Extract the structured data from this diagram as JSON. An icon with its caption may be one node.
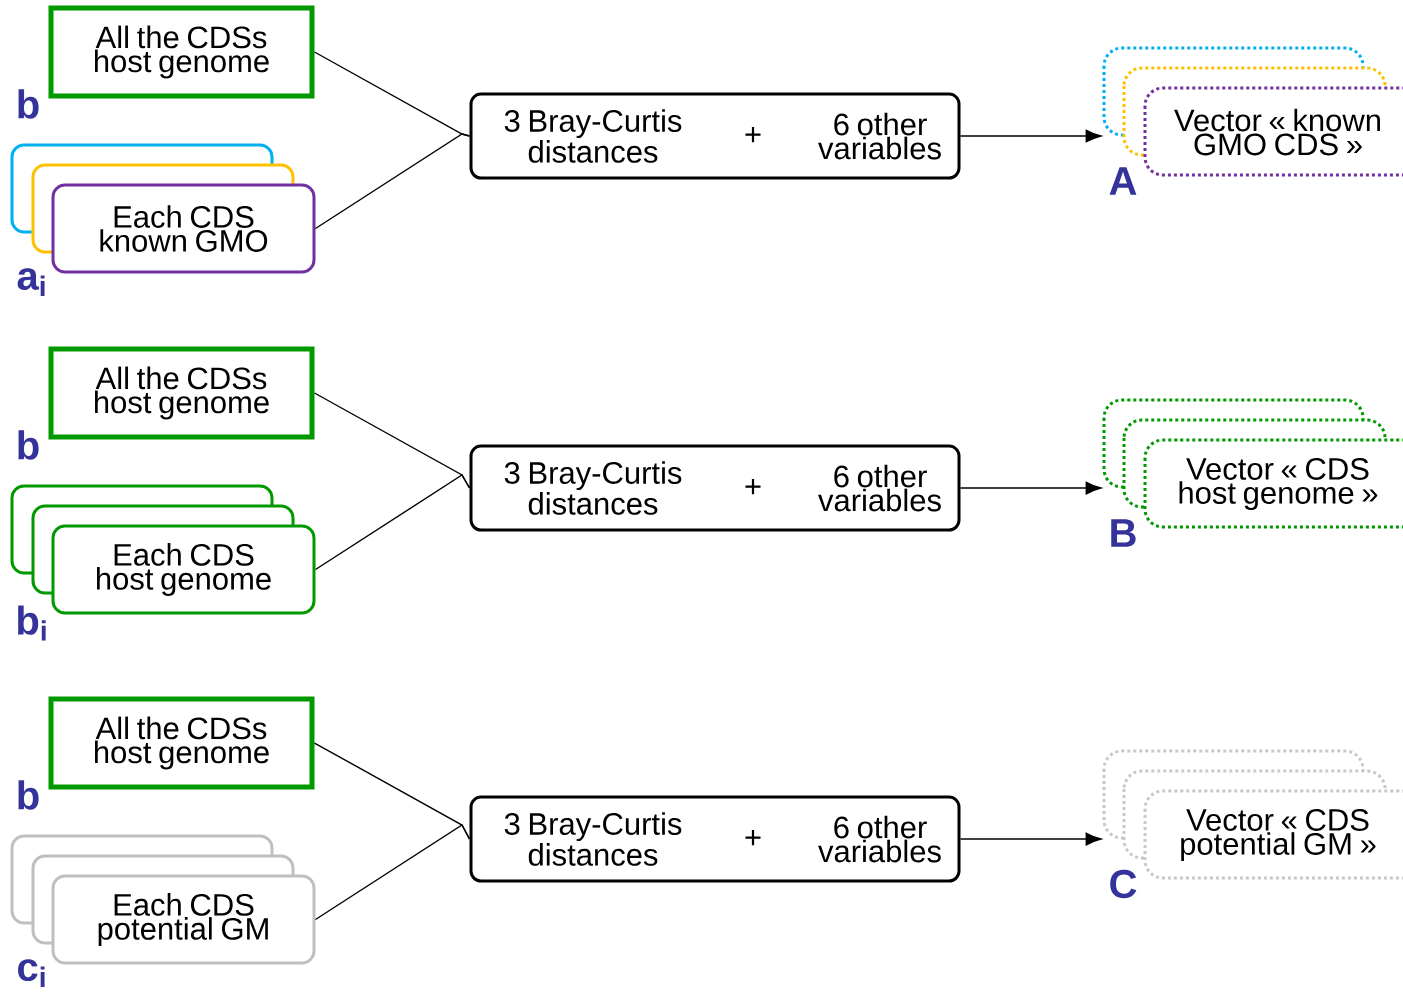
{
  "diagram": {
    "nodes": [
      {
        "text": [
          "All the CDSs host genome"
        ],
        "beside": [
          "b"
        ]
      },
      {
        "text": [
          "Each CDS known GMO"
        ],
        "beside": [
          "a$_{i}$"
        ]
      },
      {
        "text": [
          "3 Bray-Curtis distances",
          "+",
          "6 other variables"
        ]
      },
      {
        "text": [
          "Vector « known GMO CDS »"
        ],
        "beside": [
          "A"
        ]
      },
      {
        "text": [
          "All the CDSs host genome"
        ],
        "beside": [
          "b"
        ]
      },
      {
        "text": [
          "Each CDS host genome"
        ],
        "beside": [
          "b$_{i}$"
        ]
      },
      {
        "text": [
          "3 Bray-Curtis distances",
          "+",
          "6 other variables"
        ]
      },
      {
        "text": [
          "Vector « CDS host genome »"
        ],
        "beside": [
          "B"
        ]
      },
      {
        "text": [
          "All the CDSs host genome"
        ],
        "beside": [
          "b"
        ]
      },
      {
        "text": [
          "Each CDS potential GM"
        ],
        "beside": [
          "c$_{i}$"
        ]
      },
      {
        "text": [
          "3 Bray-Curtis distances",
          "+",
          "6 other variables"
        ]
      },
      {
        "text": [
          "Vector « CDS potential GM »"
        ],
        "beside": [
          "C"
        ]
      }
    ],
    "edges": [
      {
        "from": 0,
        "to": 2,
        "arrow": "none"
      },
      {
        "from": 1,
        "to": 2,
        "arrow": "none"
      },
      {
        "from": 2,
        "to": 3,
        "arrow": "to"
      },
      {
        "from": 4,
        "to": 6,
        "arrow": "none"
      },
      {
        "from": 5,
        "to": 6,
        "arrow": "none"
      },
      {
        "from": 6,
        "to": 7,
        "arrow": "to"
      },
      {
        "from": 8,
        "to": 10,
        "arrow": "none"
      },
      {
        "from": 9,
        "to": 10,
        "arrow": "none"
      },
      {
        "from": 10,
        "to": 11,
        "arrow": "to"
      }
    ]
  }
}
